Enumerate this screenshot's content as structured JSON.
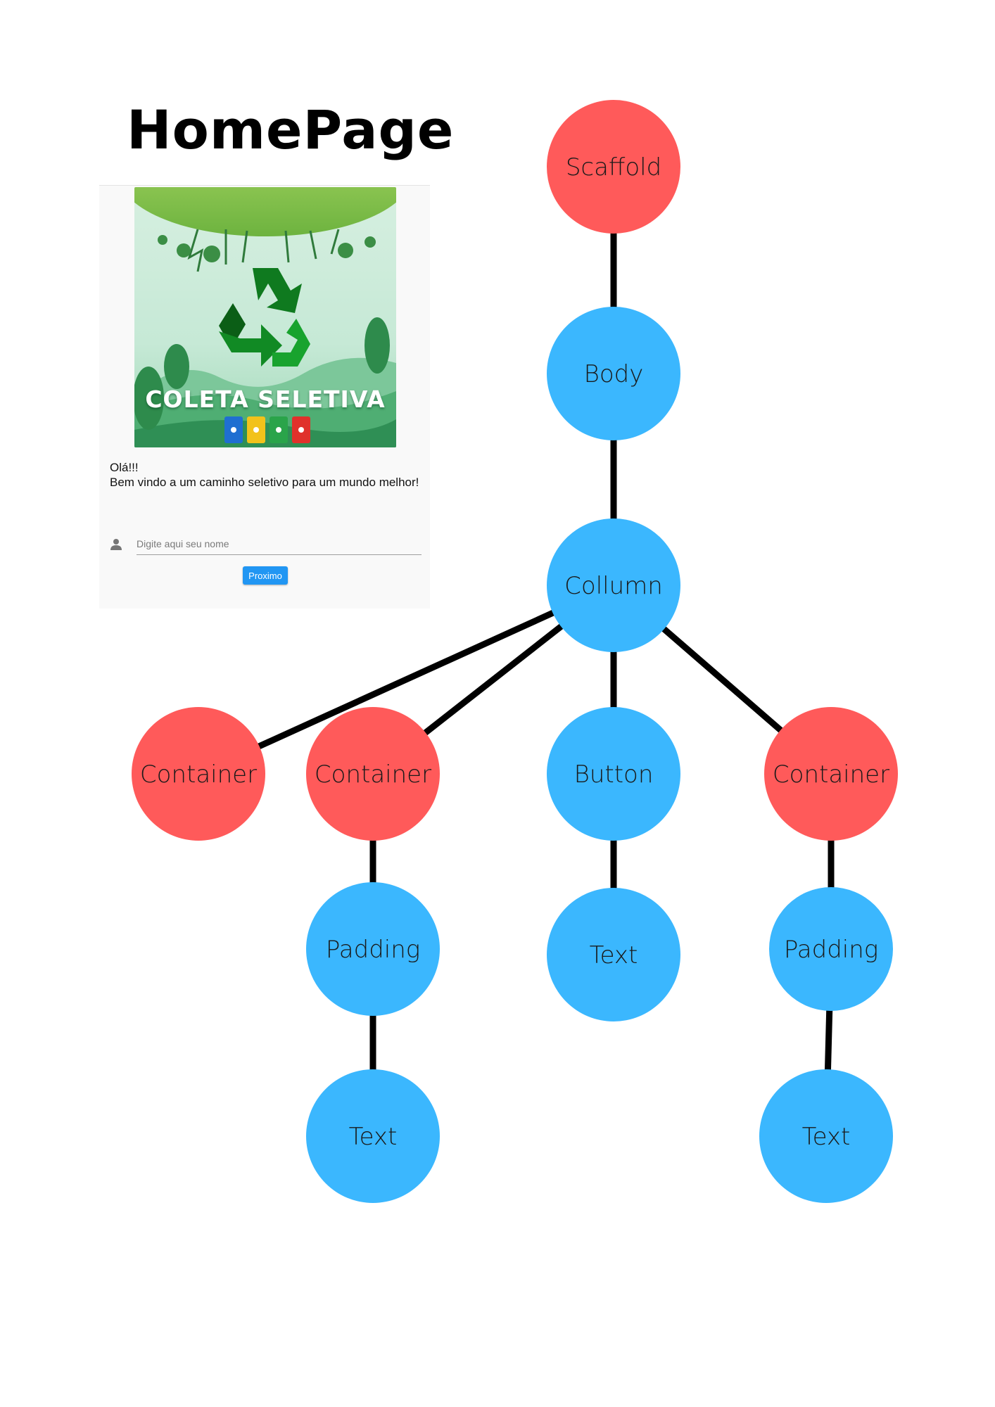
{
  "page": {
    "title": "HomePage"
  },
  "app_preview": {
    "cover_text": "COLETA SELETIVA",
    "greeting": "Olá!!!",
    "message": "Bem vindo a um caminho seletivo para um mundo melhor!",
    "name_input": {
      "placeholder": "Digite aqui seu nome",
      "value": ""
    },
    "next_button": "Proximo",
    "icons": {
      "input_icon": "person-icon",
      "cover_symbol": "recycle-icon"
    }
  },
  "tree": {
    "colors": {
      "red": "#FF5A5A",
      "blue": "#3BB7FE",
      "edge": "#000000"
    },
    "nodes": [
      {
        "id": "scaffold",
        "label": "Scaffold",
        "color": "red"
      },
      {
        "id": "body",
        "label": "Body",
        "color": "blue"
      },
      {
        "id": "column",
        "label": "Collumn",
        "color": "blue"
      },
      {
        "id": "container1",
        "label": "Container",
        "color": "red"
      },
      {
        "id": "container2",
        "label": "Container",
        "color": "red"
      },
      {
        "id": "button",
        "label": "Button",
        "color": "blue"
      },
      {
        "id": "container3",
        "label": "Container",
        "color": "red"
      },
      {
        "id": "padding1",
        "label": "Padding",
        "color": "blue"
      },
      {
        "id": "text_button",
        "label": "Text",
        "color": "blue"
      },
      {
        "id": "padding2",
        "label": "Padding",
        "color": "blue"
      },
      {
        "id": "text1",
        "label": "Text",
        "color": "blue"
      },
      {
        "id": "text2",
        "label": "Text",
        "color": "blue"
      }
    ],
    "edges": [
      [
        "scaffold",
        "body"
      ],
      [
        "body",
        "column"
      ],
      [
        "column",
        "container1"
      ],
      [
        "column",
        "container2"
      ],
      [
        "column",
        "button"
      ],
      [
        "column",
        "container3"
      ],
      [
        "container2",
        "padding1"
      ],
      [
        "padding1",
        "text1"
      ],
      [
        "button",
        "text_button"
      ],
      [
        "container3",
        "padding2"
      ],
      [
        "padding2",
        "text2"
      ]
    ]
  }
}
